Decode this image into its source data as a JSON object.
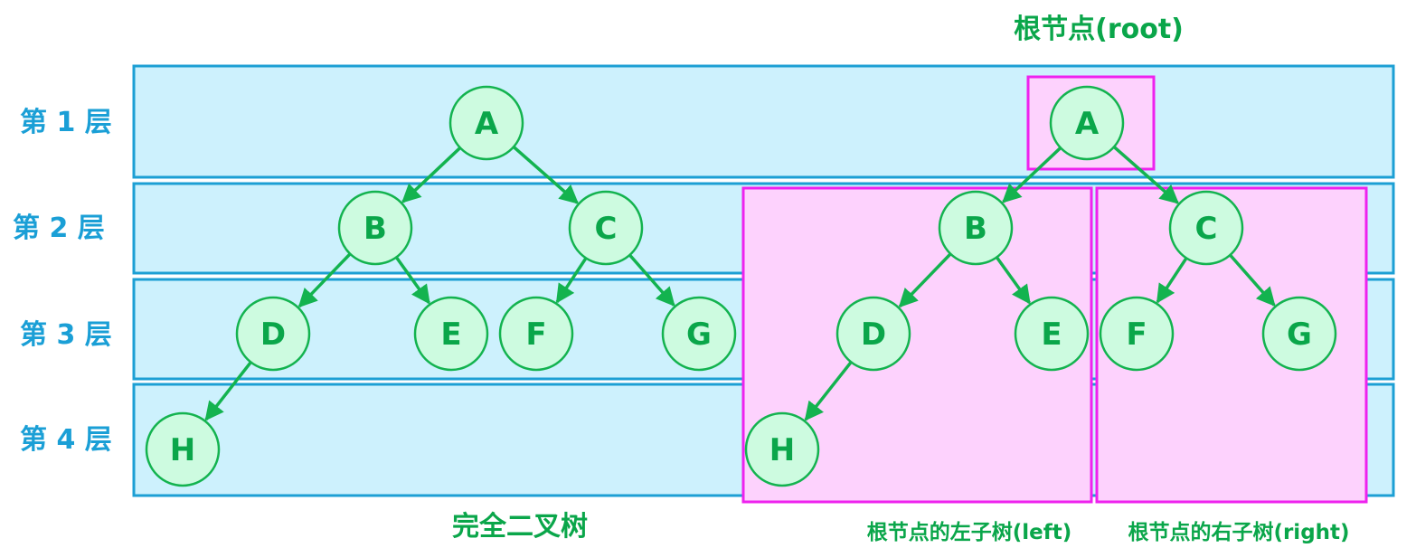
{
  "colors": {
    "band_fill": "#cdf1fd",
    "band_stroke": "#1c9fd4",
    "highlight_fill": "#fdd2fd",
    "highlight_stroke": "#ee22ee",
    "node_fill": "#cdfbe0",
    "node_stroke": "#13b34f",
    "edge": "#13b34f",
    "node_text": "#0aa64a",
    "layer_text": "#1a9fd6"
  },
  "layers": [
    "第 1 层",
    "第 2 层",
    "第 3 层",
    "第 4 层"
  ],
  "left_tree": {
    "caption": "完全二叉树",
    "nodes": [
      "A",
      "B",
      "C",
      "D",
      "E",
      "F",
      "G",
      "H"
    ],
    "edges": [
      [
        "A",
        "B"
      ],
      [
        "A",
        "C"
      ],
      [
        "B",
        "D"
      ],
      [
        "B",
        "E"
      ],
      [
        "C",
        "F"
      ],
      [
        "C",
        "G"
      ],
      [
        "D",
        "H"
      ]
    ]
  },
  "right_tree": {
    "root_caption": "根节点(root)",
    "left_subtree_caption": "根节点的左子树(left)",
    "right_subtree_caption": "根节点的右子树(right)",
    "nodes": [
      "A",
      "B",
      "C",
      "D",
      "E",
      "F",
      "G",
      "H"
    ],
    "edges": [
      [
        "A",
        "B"
      ],
      [
        "A",
        "C"
      ],
      [
        "B",
        "D"
      ],
      [
        "B",
        "E"
      ],
      [
        "C",
        "F"
      ],
      [
        "C",
        "G"
      ],
      [
        "D",
        "H"
      ]
    ]
  }
}
